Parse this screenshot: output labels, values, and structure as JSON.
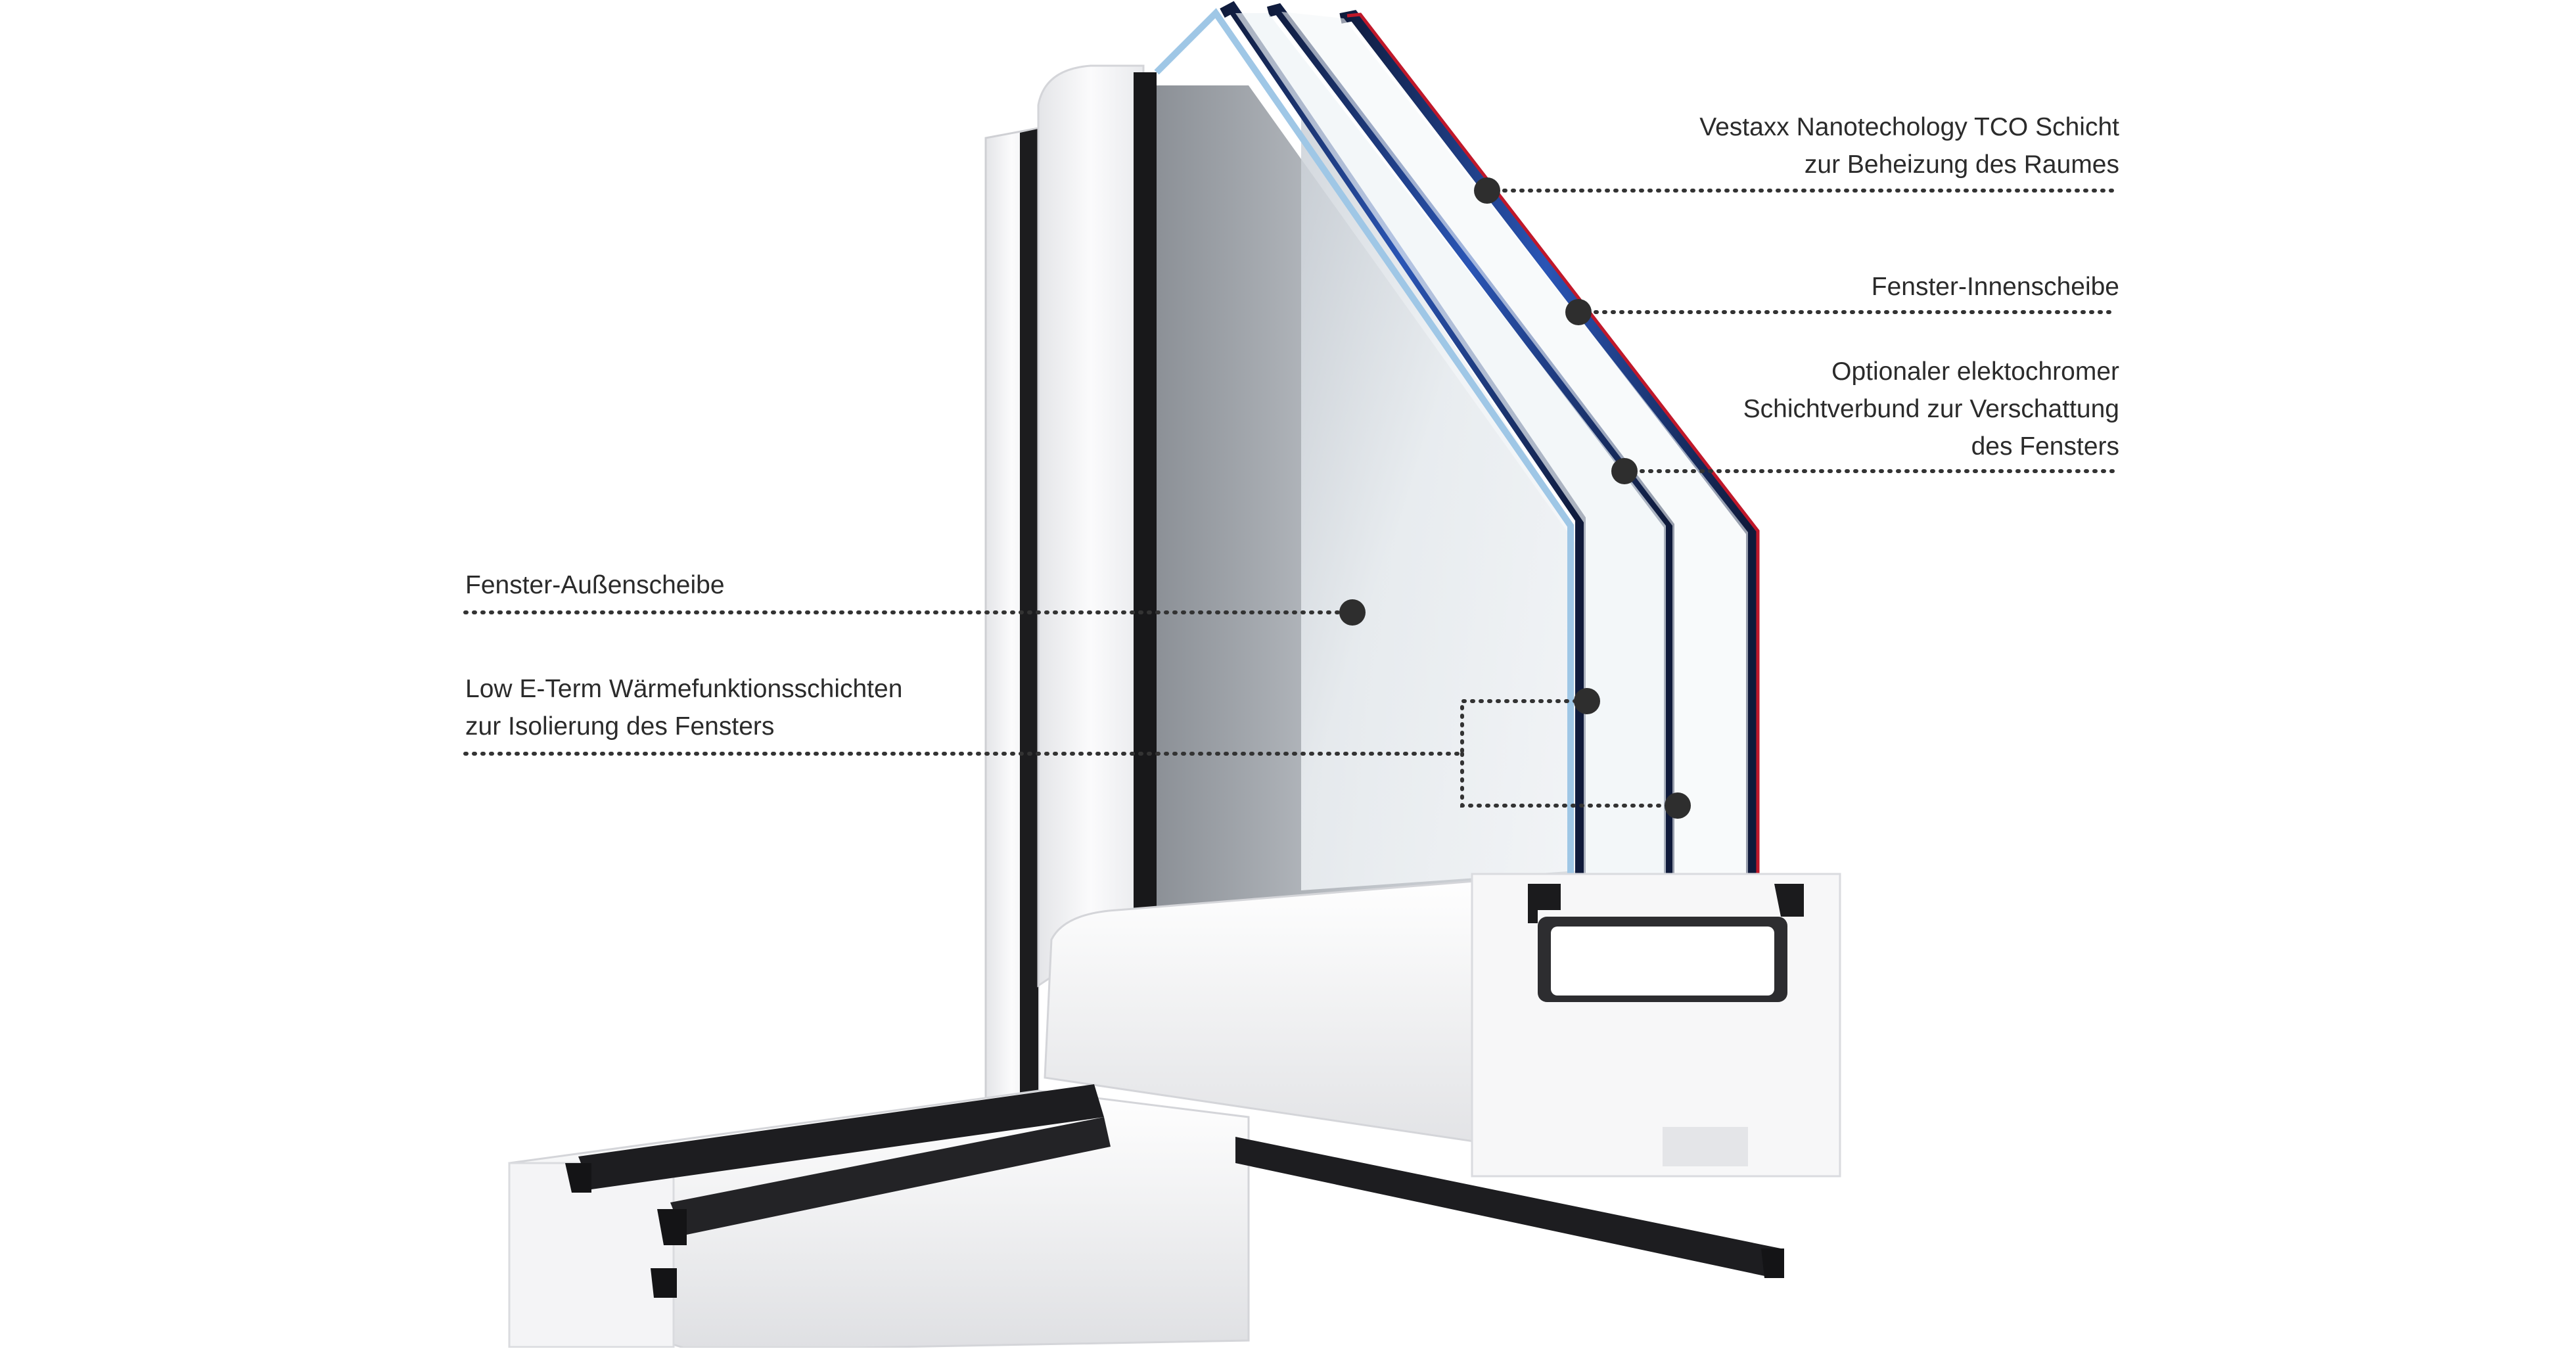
{
  "callouts": {
    "tco_layer": {
      "lines": [
        "Vestaxx Nanotechology TCO Schicht",
        "zur Beheizung des Raumes"
      ]
    },
    "inner_pane": {
      "lines": [
        "Fenster-Innenscheibe"
      ]
    },
    "electrochromic": {
      "lines": [
        "Optionaler elektochromer",
        "Schichtverbund zur Verschattung",
        "des Fensters"
      ]
    },
    "outer_pane": {
      "lines": [
        "Fenster-Außenscheibe"
      ]
    },
    "low_e": {
      "lines": [
        "Low E-Term Wärmefunktionsschichten",
        "zur Isolierung des Fensters"
      ]
    }
  },
  "colors": {
    "text": "#2b2b2b",
    "leader": "#333333",
    "dot": "#2e2e2e",
    "frame_white": "#f2f2f4",
    "frame_shadow": "#d9dadd",
    "gasket": "#1b1b1d",
    "glass": "#e6eef3",
    "pane_edge_blue": "#1f3f8a",
    "pane_edge_red": "#c0182a"
  },
  "icons": [
    "callout-dot"
  ]
}
